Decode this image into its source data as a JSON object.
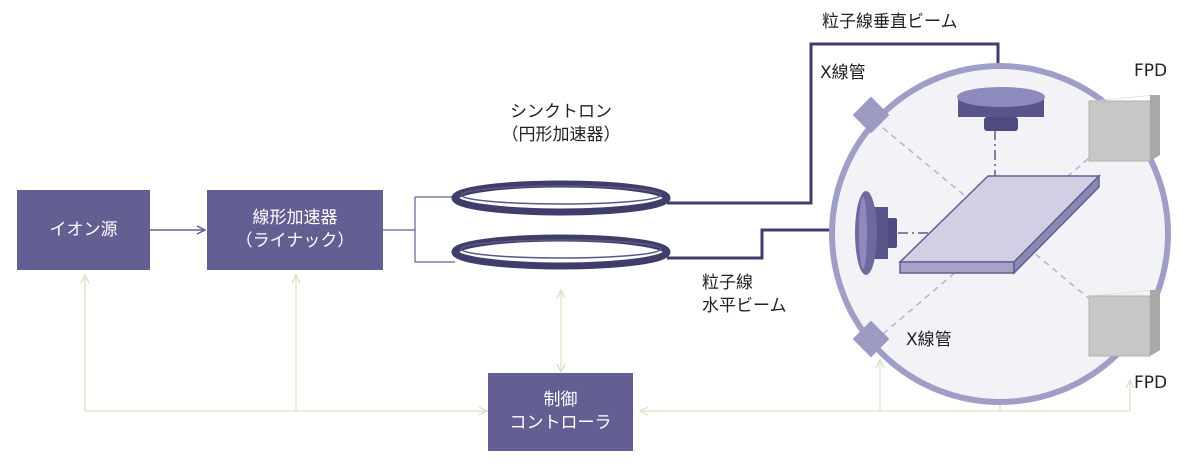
{
  "colors": {
    "box_fill": "#635f93",
    "ring": "#3f3d69",
    "ring_inner": "#5a5787",
    "control_line": "#e4e6cf",
    "chamber_border": "#9e9ec7",
    "chamber_fill": "#f3f3f7",
    "xray_line": "#b3b3d4",
    "fpd_fill": "#c7c7c7"
  },
  "blocks": {
    "ion_source": "イオン源",
    "linac_line1": "線形加速器",
    "linac_line2": "（ライナック）",
    "controller_line1": "制御",
    "controller_line2": "コントローラ"
  },
  "labels": {
    "synchrotron_line1": "シンクトロン",
    "synchrotron_line2": "（円形加速器）",
    "vertical_beam": "粒子線垂直ビーム",
    "horizontal_beam_line1": "粒子線",
    "horizontal_beam_line2": "水平ビーム",
    "xray_tube_top": "X線管",
    "xray_tube_bottom": "X線管",
    "fpd_top": "FPD",
    "fpd_bottom": "FPD"
  }
}
